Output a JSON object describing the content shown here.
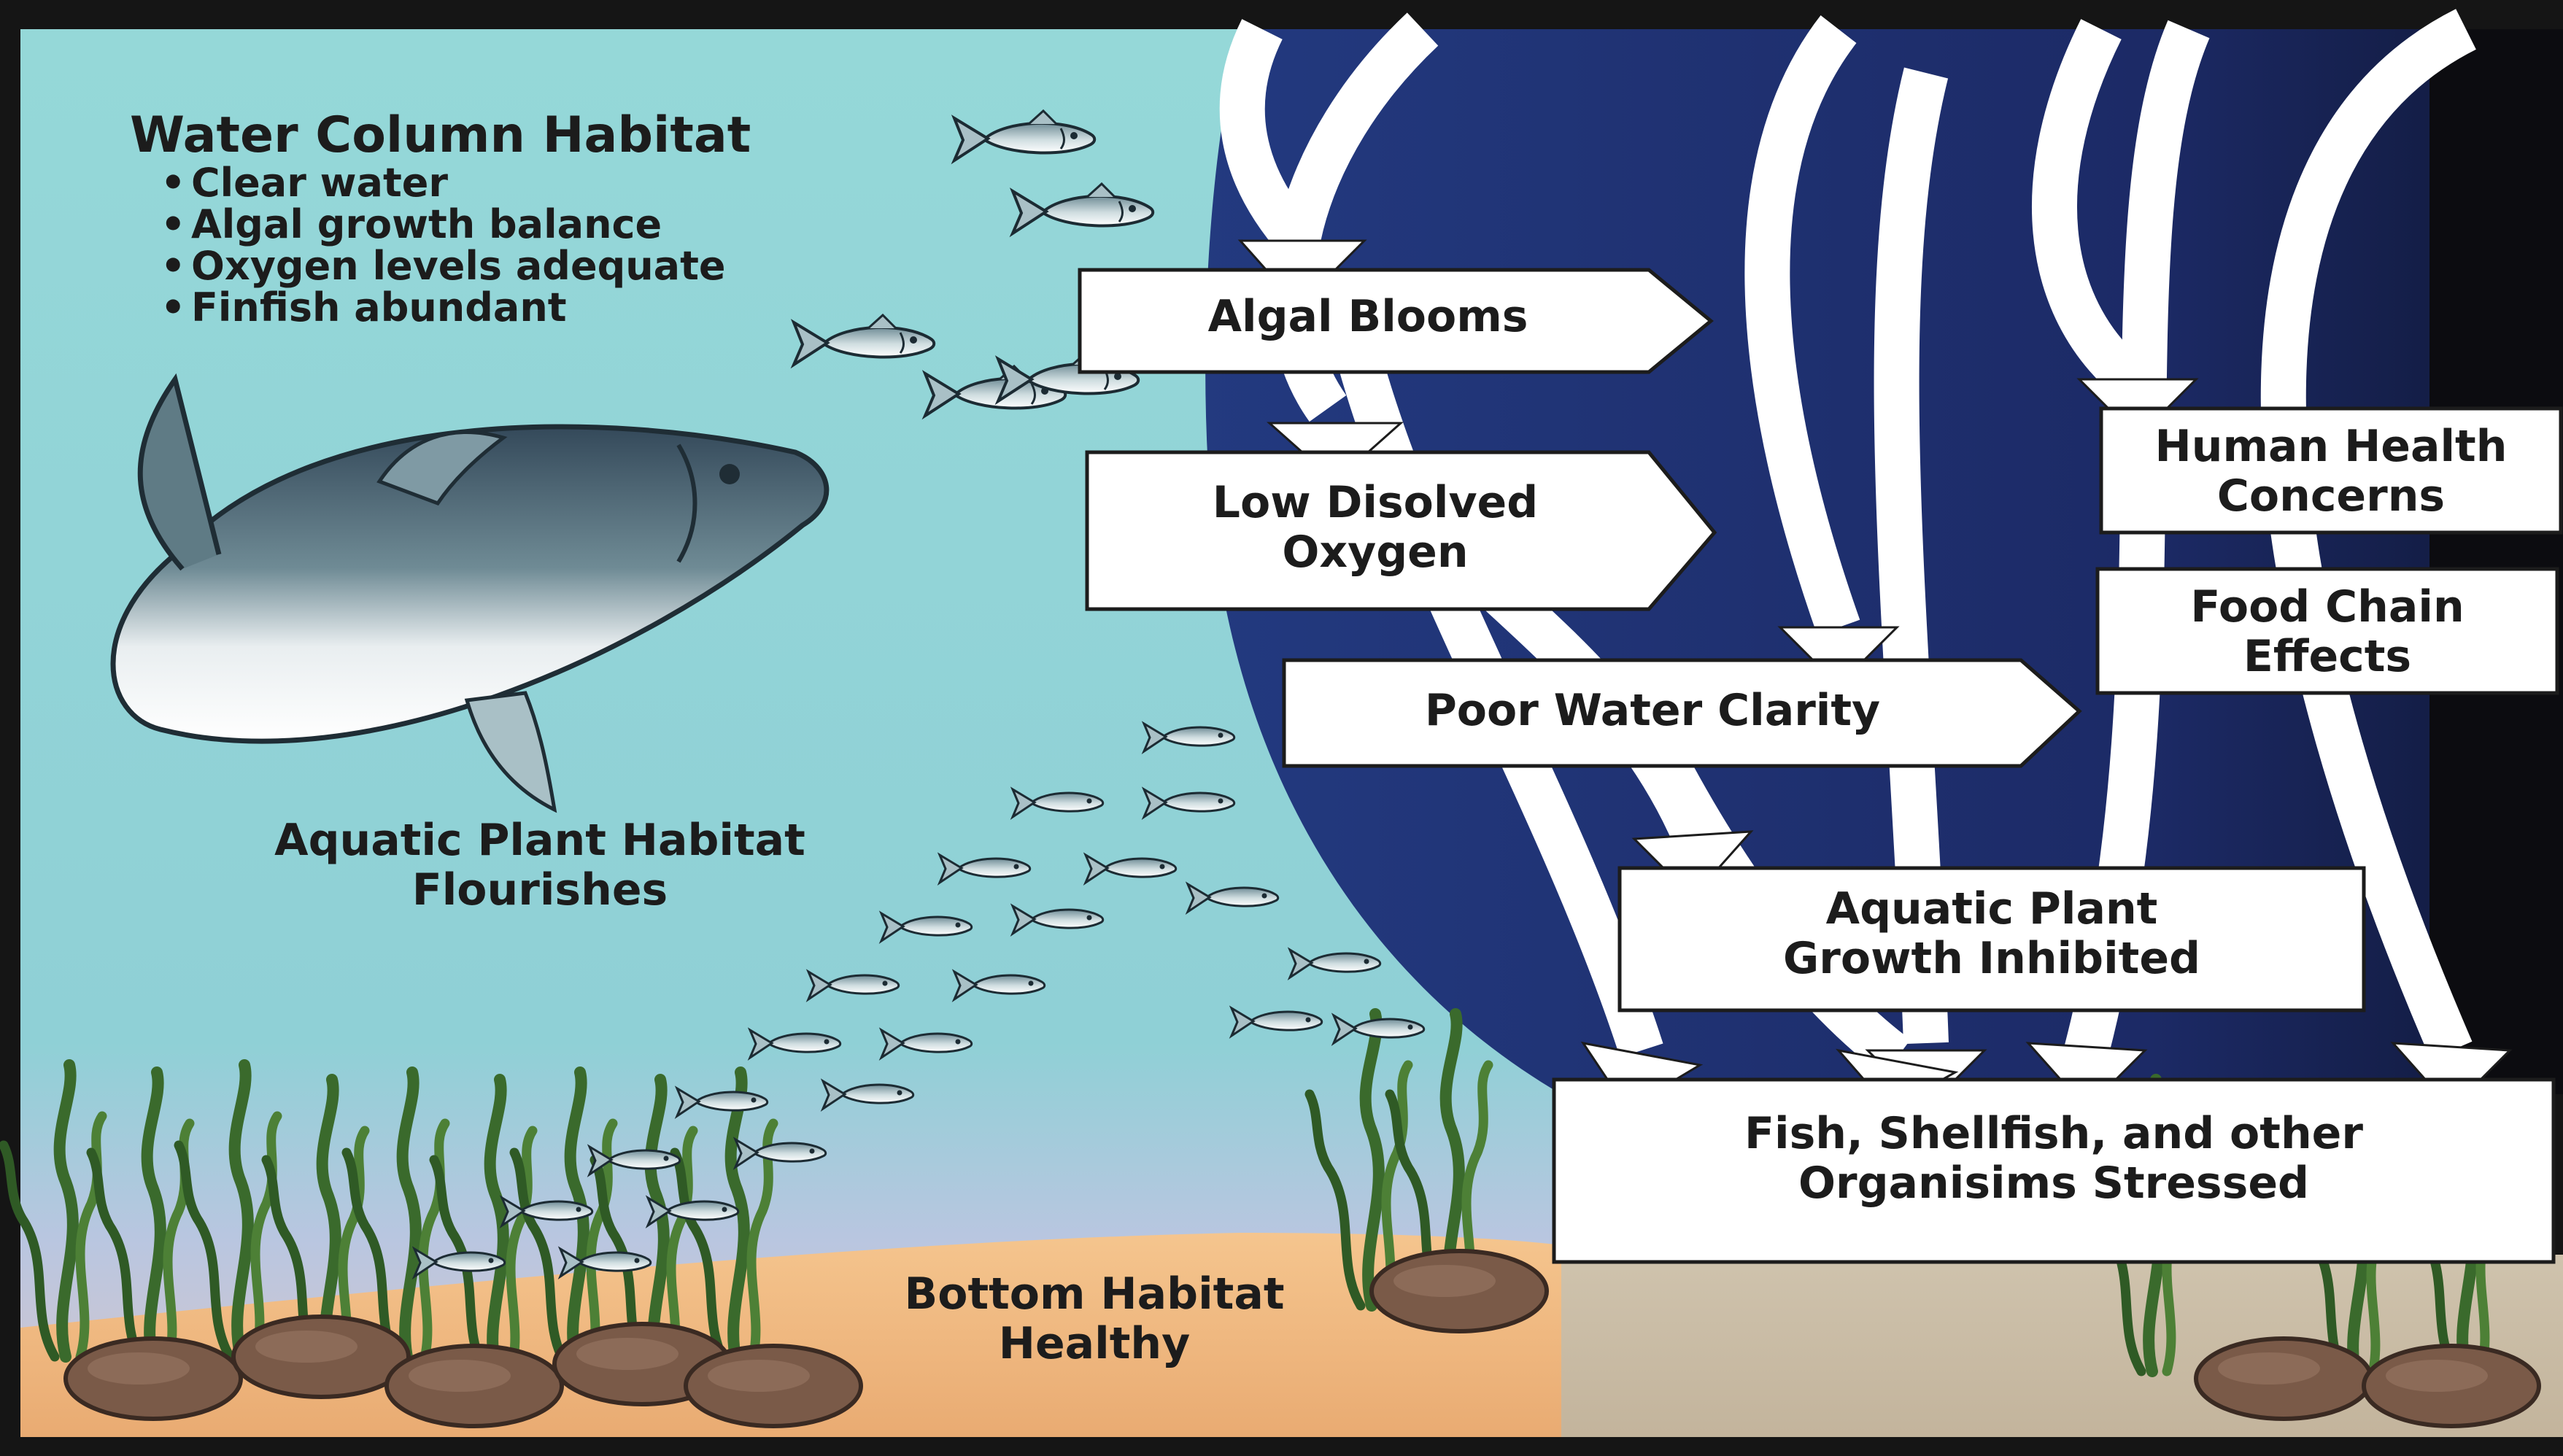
{
  "water_column": {
    "heading": "Water Column Habitat",
    "bullets": [
      "Clear water",
      "Algal growth balance",
      "Oxygen levels adequate",
      "Finfish abundant"
    ]
  },
  "aquatic_plant_habitat": {
    "line1": "Aquatic Plant Habitat",
    "line2": "Flourishes"
  },
  "bottom_habitat": {
    "line1": "Bottom Habitat",
    "line2": "Healthy"
  },
  "flow_boxes": {
    "algal_blooms": "Algal Blooms",
    "low_oxygen": {
      "line1": "Low Disolved",
      "line2": "Oxygen"
    },
    "poor_clarity": "Poor Water Clarity",
    "plant_inhibited": {
      "line1": "Aquatic Plant",
      "line2": "Growth Inhibited"
    },
    "organisms_stressed": {
      "line1": "Fish, Shellfish, and other",
      "line2": "Organisims Stressed"
    },
    "human_health": {
      "line1": "Human Health",
      "line2": "Concerns"
    },
    "food_chain": {
      "line1": "Food Chain",
      "line2": "Effects"
    }
  },
  "colors": {
    "healthy_water": "#95d6d7",
    "polluted_water": "#1f2f72",
    "sand": "#f1bc83",
    "frame": "#151515",
    "arrow": "#ffffff"
  }
}
